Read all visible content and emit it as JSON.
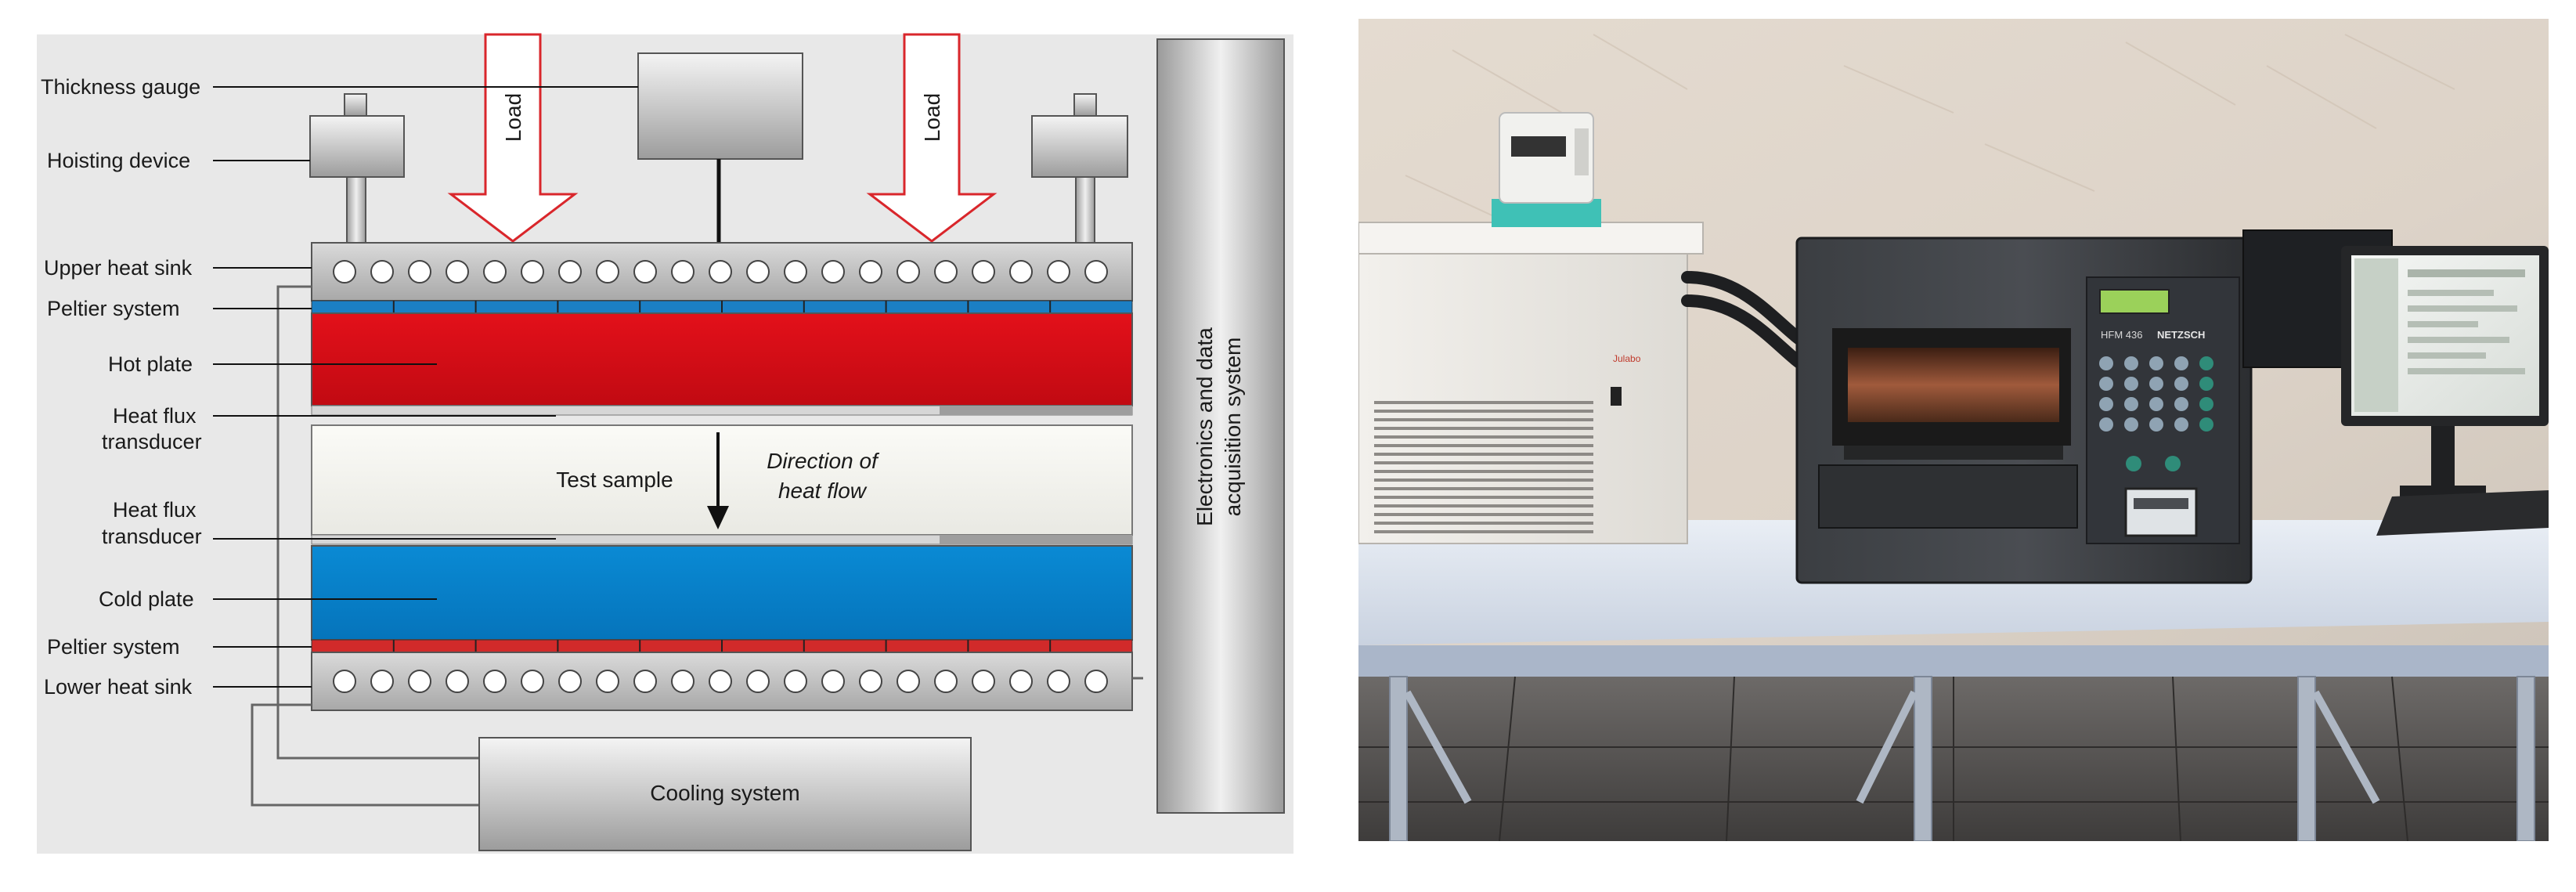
{
  "diagram": {
    "left_labels": {
      "thickness_gauge": "Thickness gauge",
      "hoisting_device": "Hoisting device",
      "upper_heat_sink": "Upper heat sink",
      "peltier_top": "Peltier system",
      "hot_plate": "Hot plate",
      "heat_flux_top_1": "Heat flux",
      "heat_flux_top_2": "transducer",
      "heat_flux_bottom_1": "Heat flux",
      "heat_flux_bottom_2": "transducer",
      "cold_plate": "Cold plate",
      "peltier_bottom": "Peltier system",
      "lower_heat_sink": "Lower heat sink"
    },
    "load_label": "Load",
    "test_sample": "Test sample",
    "direction_line1": "Direction of",
    "direction_line2": "heat flow",
    "cooling_system": "Cooling system",
    "electronics_line1": "Electronics and data",
    "electronics_line2": "acquisition system",
    "colors": {
      "hot_plate": "#e3101a",
      "cold_plate": "#0a86d0",
      "peltier_blue": "#1b7fc4",
      "peltier_red": "#d12a2a",
      "load_arrow": "#d9262b",
      "background": "#e8e8e8"
    }
  },
  "photo": {
    "meter_panel_text": "HFM 436",
    "brand_text": "NETZSCH",
    "chiller_brand": "Julabo"
  }
}
